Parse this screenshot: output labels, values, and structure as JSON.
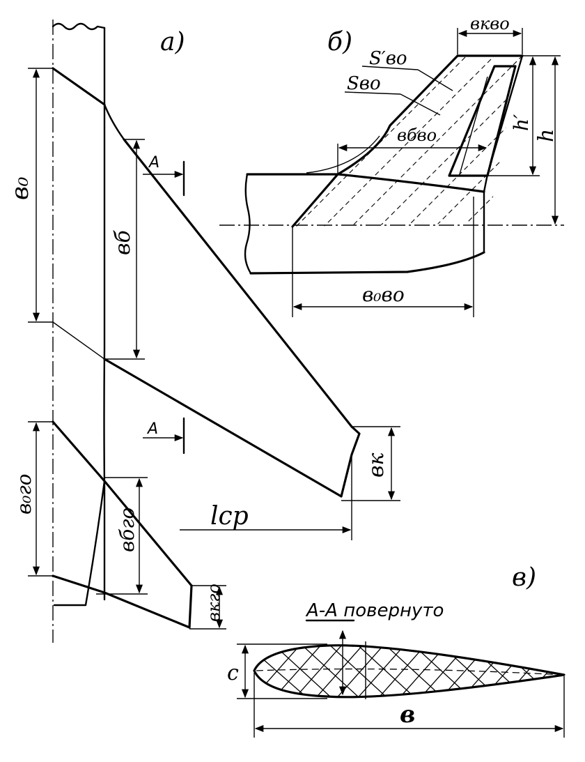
{
  "panels": {
    "a": "а)",
    "b": "б)",
    "c": "в)"
  },
  "labels": {
    "b0": "в₀",
    "bb": "вб",
    "bk": "вк",
    "lsr": "lср",
    "a_top": "А",
    "a_bottom": "А",
    "b0go": "в₀го",
    "bbgo": "вбго",
    "bkgo": "вкго",
    "bkvo": "вквo",
    "s_vo_prime": "S′во",
    "s_vo": "Sво",
    "bbvo": "вбвo",
    "h_prime": "h′",
    "h": "h",
    "b0vo": "в₀вo",
    "section": "А-А  повернуто",
    "c": "с",
    "b": "в"
  }
}
